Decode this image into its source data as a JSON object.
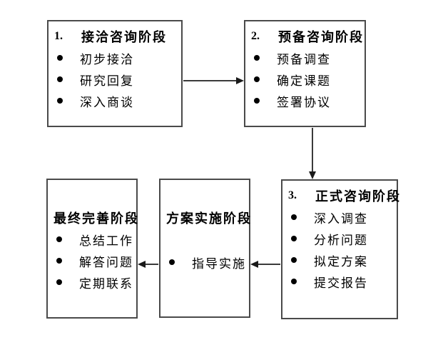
{
  "diagram": {
    "background": "#ffffff",
    "line_color": "#3a3a3a",
    "border_color": "#4a4a4a",
    "text_color": "#000000",
    "boxes": [
      {
        "id": "box1",
        "number": "1.",
        "title": "接洽咨询阶段",
        "items": [
          "初步接洽",
          "研究回复",
          "深入商谈"
        ]
      },
      {
        "id": "box2",
        "number": "2.",
        "title": "预备咨询阶段",
        "items": [
          "预备调查",
          "确定课题",
          "签署协议"
        ]
      },
      {
        "id": "box3",
        "number": "3.",
        "title": "正式咨询阶段",
        "items": [
          "深入调查",
          "分析问题",
          "拟定方案",
          "提交报告"
        ]
      },
      {
        "id": "box4",
        "number": "",
        "title": "方案实施阶段",
        "items": [
          "指导实施"
        ]
      },
      {
        "id": "box5",
        "number": "",
        "title": "最终完善阶段",
        "items": [
          "总结工作",
          "解答问题",
          "定期联系"
        ]
      }
    ],
    "connectors": [
      {
        "from": "box1",
        "to": "box2",
        "direction": "right"
      },
      {
        "from": "box2",
        "to": "box3",
        "direction": "down"
      },
      {
        "from": "box3",
        "to": "box4",
        "direction": "left"
      },
      {
        "from": "box4",
        "to": "box5",
        "direction": "left"
      }
    ]
  }
}
